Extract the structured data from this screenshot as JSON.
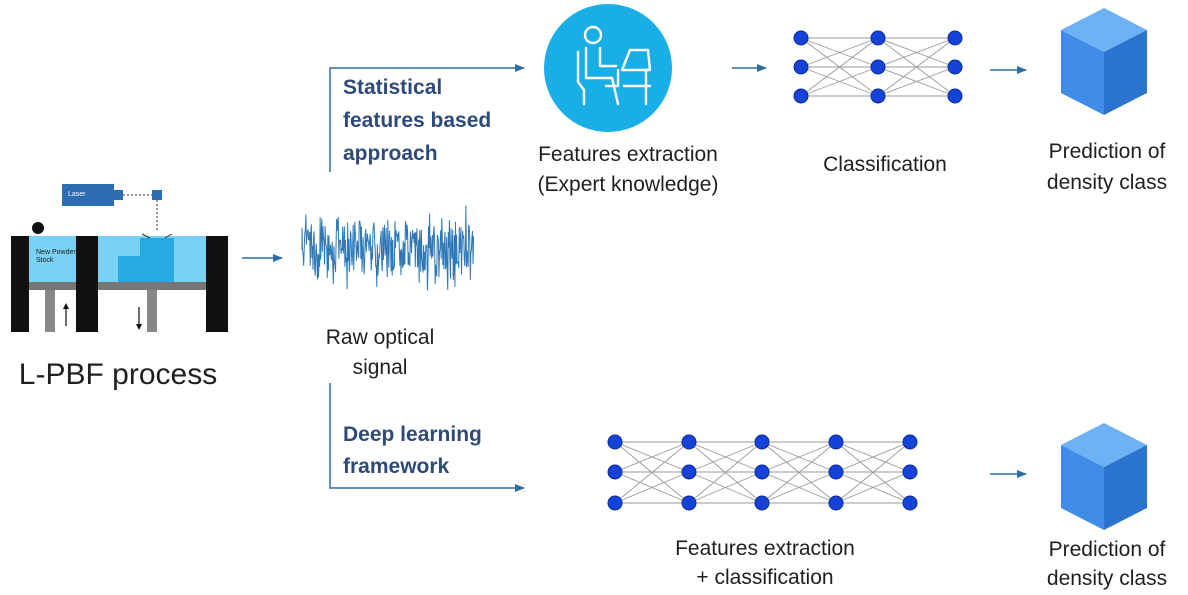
{
  "process": {
    "title": "L-PBF process",
    "laser_label": "Laser",
    "powder_label_1": "New Powder",
    "powder_label_2": "Stock"
  },
  "signal": {
    "line1": "Raw optical",
    "line2": "signal"
  },
  "top_branch": {
    "approach_line1": "Statistical",
    "approach_line2": "features based",
    "approach_line3": "approach",
    "extraction_line1": "Features extraction",
    "extraction_line2": "(Expert knowledge)",
    "classification": "Classification",
    "prediction_line1": "Prediction of",
    "prediction_line2": "density class"
  },
  "bottom_branch": {
    "approach_line1": "Deep learning",
    "approach_line2": "framework",
    "extraction_line1": "Features extraction",
    "extraction_line2": "+ classification",
    "prediction_line1": "Prediction of",
    "prediction_line2": "density class"
  },
  "colors": {
    "arrow": "#2e6fa3",
    "node": "#1543d8",
    "node_stroke": "#0a2a9a",
    "icon": "#19aee6",
    "cube_top": "#6fb1f5",
    "cube_left": "#3f8de6",
    "cube_right": "#2a74d0",
    "signal": "#2f79b8",
    "label_blue": "#2e4a7a"
  },
  "icons": {
    "expert": "person-at-laptop-icon",
    "prediction": "cube-icon"
  }
}
